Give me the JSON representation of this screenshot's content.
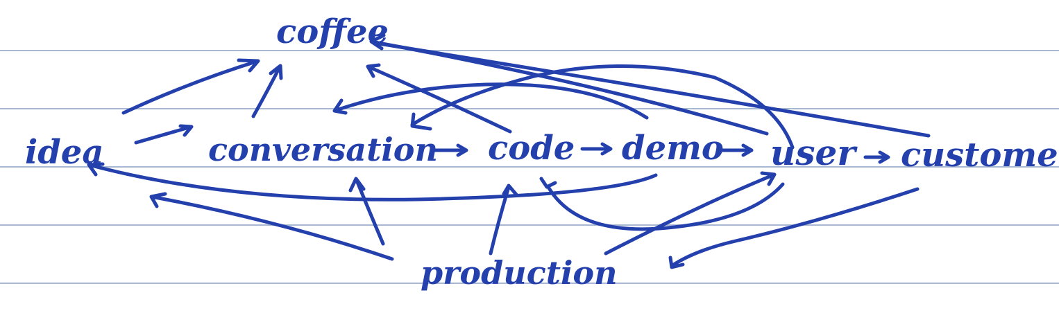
{
  "ink_color": "#2440ad",
  "rule_color": "#a9b8d2",
  "background": "#ffffff",
  "nodes": {
    "coffee": "coffee",
    "idea": "idea",
    "conversation": "conversation",
    "code": "code",
    "demo": "demo",
    "user": "user",
    "customer": "customer",
    "production": "production"
  },
  "flow_arrows": [
    {
      "from": "conversation",
      "to": "code"
    },
    {
      "from": "code",
      "to": "demo"
    },
    {
      "from": "demo",
      "to": "user"
    },
    {
      "from": "user",
      "to": "customer"
    }
  ],
  "connections": [
    {
      "from": "idea",
      "to": "coffee"
    },
    {
      "from": "conversation",
      "to": "coffee"
    },
    {
      "from": "idea",
      "to": "conversation"
    },
    {
      "from": "code",
      "to": "coffee"
    },
    {
      "from": "demo",
      "to": "conversation"
    },
    {
      "from": "user",
      "to": "conversation"
    },
    {
      "from": "user",
      "to": "coffee"
    },
    {
      "from": "customer",
      "to": "coffee"
    },
    {
      "from": "demo",
      "to": "idea"
    },
    {
      "from": "production",
      "to": "idea"
    },
    {
      "from": "production",
      "to": "conversation"
    },
    {
      "from": "production",
      "to": "code"
    },
    {
      "from": "production",
      "to": "user"
    },
    {
      "from": "user",
      "to": "code"
    },
    {
      "from": "customer",
      "to": "production"
    }
  ]
}
